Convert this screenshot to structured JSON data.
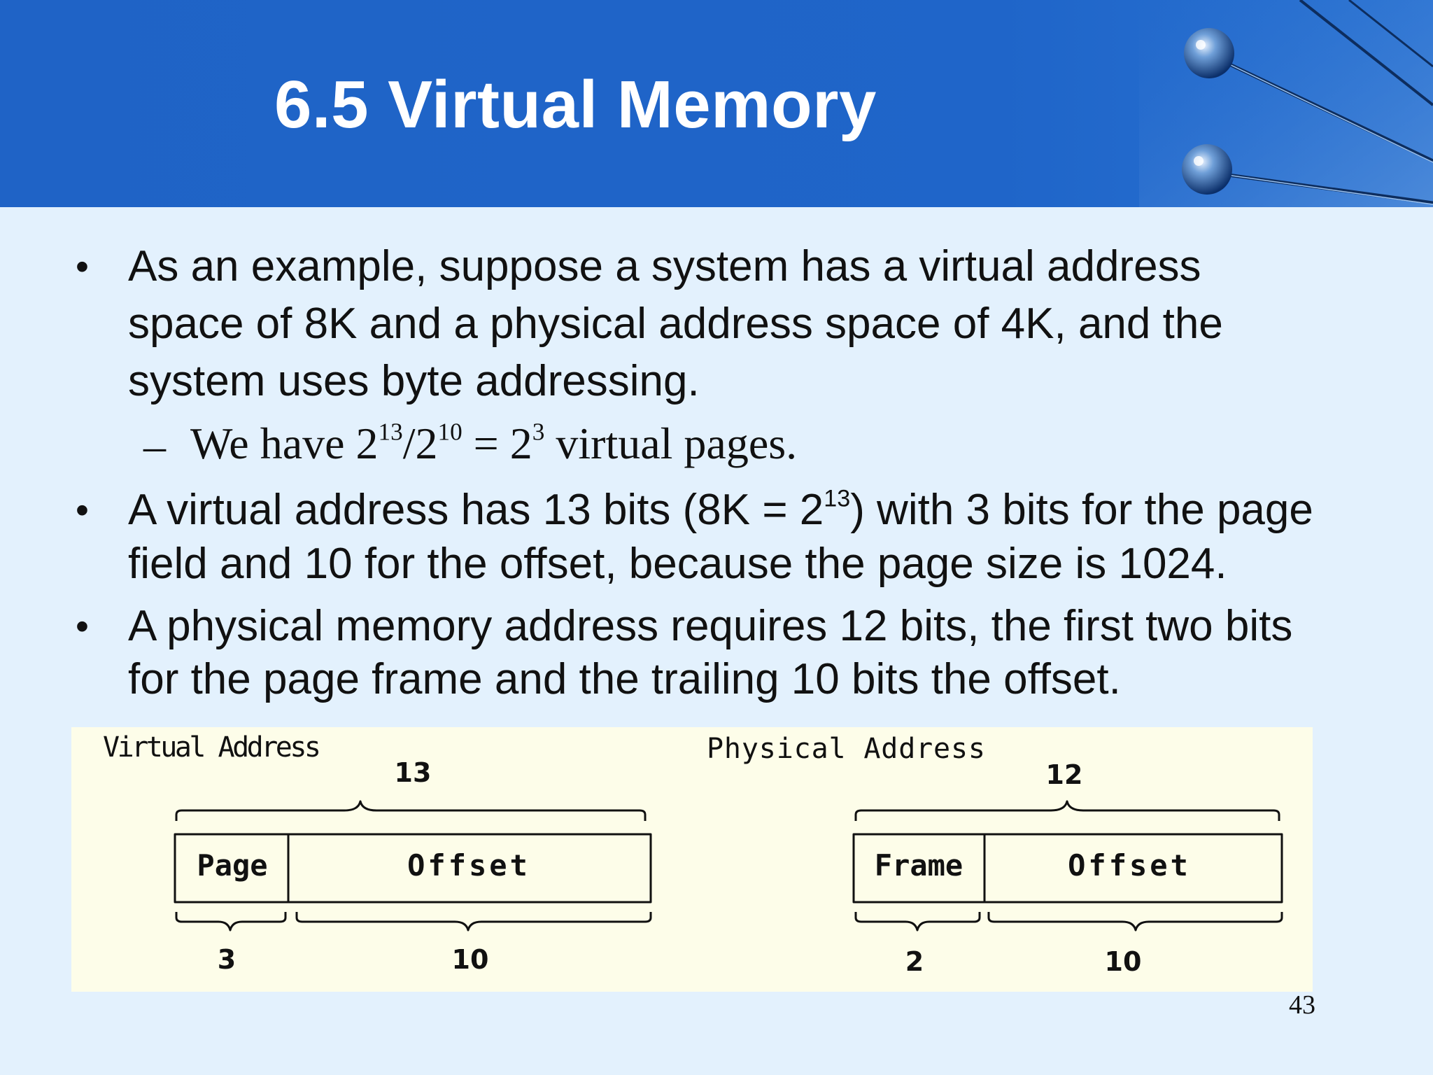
{
  "slide": {
    "title": "6.5 Virtual Memory",
    "page_number": "43",
    "colors": {
      "header_bg": "#1f63c6",
      "body_bg": "#e3f1fd",
      "diagram_bg": "#fdfde9"
    }
  },
  "bullets": {
    "b1": {
      "line1": "As an example, suppose a system has a virtual address",
      "line2": "space of 8K and a physical address space of 4K, and the",
      "line3": "system uses byte addressing.",
      "sub": {
        "dash": "–",
        "pre": "We have 2",
        "exp1": "13",
        "mid1": "/2",
        "exp2": "10",
        "mid2": " = 2",
        "exp3": "3",
        "post": " virtual pages."
      }
    },
    "b2": {
      "line1_pre": "A virtual address has 13 bits (8K = 2",
      "line1_exp": "13",
      "line1_post": ") with 3 bits for the page",
      "line2": "field and 10 for the offset, because the page size is 1024."
    },
    "b3": {
      "line1": "A physical memory address requires 12 bits, the first two bits",
      "line2": "for the page frame and the trailing 10 bits the offset."
    }
  },
  "diagram": {
    "virtual": {
      "title": "Virtual Address",
      "total_bits": "13",
      "field1": {
        "label": "Page",
        "bits": "3"
      },
      "field2": {
        "label": "Offset",
        "bits": "10"
      }
    },
    "physical": {
      "title": "Physical Address",
      "total_bits": "12",
      "field1": {
        "label": "Frame",
        "bits": "2"
      },
      "field2": {
        "label": "Offset",
        "bits": "10"
      }
    }
  }
}
